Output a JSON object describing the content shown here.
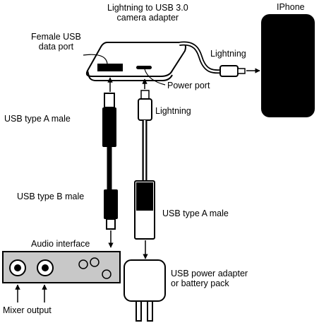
{
  "labels": {
    "adapter_line1": "Lightning to USB 3.0",
    "adapter_line2": "camera adapter",
    "iphone": "IPhone",
    "female_usb_line1": "Female USB",
    "female_usb_line2": "data port",
    "lightning_top": "Lightning",
    "power_port": "Power port",
    "lightning_cable": "Lightning",
    "usb_a_male_left": "USB type A  male",
    "usb_b_male": "USB type B male",
    "usb_a_male_right": "USB type A male",
    "audio_interface": "Audio interface",
    "mixer_output": "Mixer output",
    "power_adapter_line1": "USB power adapter",
    "power_adapter_line2": "or battery pack"
  },
  "colors": {
    "ink": "#000000",
    "paper": "#ffffff",
    "interface_fill": "#c8c8c8"
  }
}
